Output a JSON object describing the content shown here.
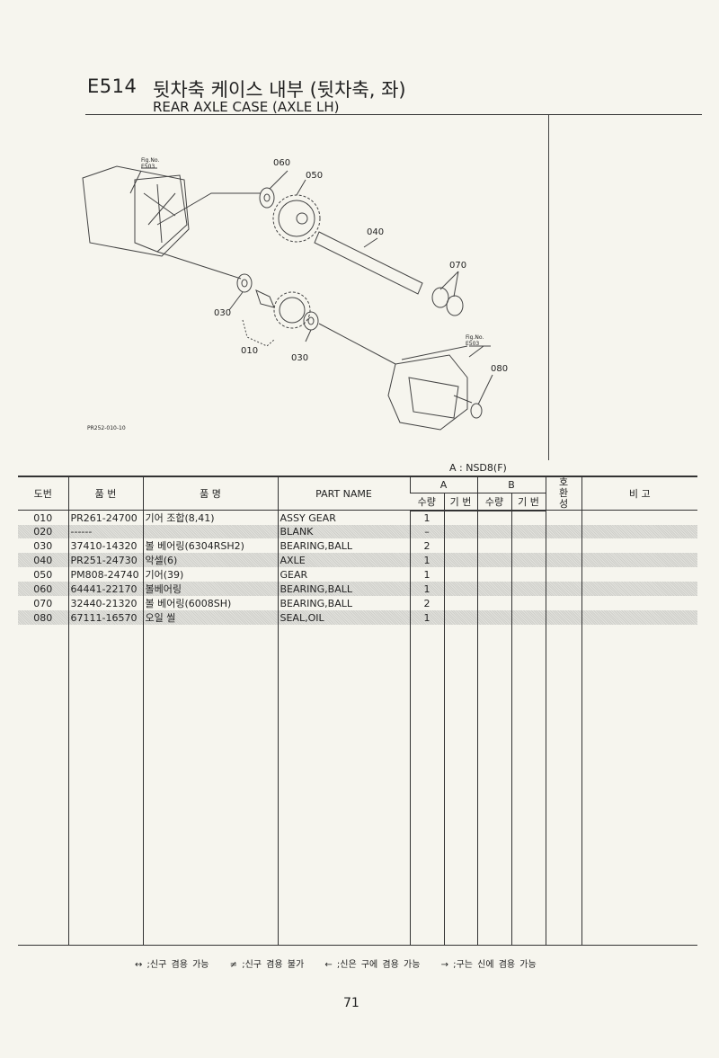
{
  "header": {
    "code": "E514",
    "title_kr": "뒷차축 케이스 내부 (뒷차축, 좌)",
    "title_en": "REAR AXLE CASE (AXLE LH)"
  },
  "diagram": {
    "fig_ref_label": "Fig.No.",
    "fig_ref": "E503",
    "drawing_no": "PR252-010-10",
    "callouts": [
      "060",
      "050",
      "040",
      "070",
      "030",
      "010",
      "030",
      "080"
    ]
  },
  "table": {
    "variant_note": "A : NSD8(F)",
    "headers": {
      "ref": "도번",
      "part_no": "품  번",
      "name_kr": "품    명",
      "part_name": "PART  NAME",
      "group_a": "A",
      "group_b": "B",
      "qty": "수량",
      "serial": "기 번",
      "interchange": "호\n환\n성",
      "remarks": "비   고"
    },
    "rows": [
      {
        "ref": "010",
        "part_no": "PR261-24700",
        "name_kr": "기어 조합(8,41)",
        "part_name": "ASSY GEAR",
        "qty_a": "1"
      },
      {
        "ref": "020",
        "part_no": "------",
        "name_kr": "",
        "part_name": "BLANK",
        "qty_a": "–"
      },
      {
        "ref": "030",
        "part_no": "37410-14320",
        "name_kr": "볼 베어링(6304RSH2)",
        "part_name": "BEARING,BALL",
        "qty_a": "2"
      },
      {
        "ref": "040",
        "part_no": "PR251-24730",
        "name_kr": "악셀(6)",
        "part_name": "AXLE",
        "qty_a": "1"
      },
      {
        "ref": "050",
        "part_no": "PM808-24740",
        "name_kr": "기어(39)",
        "part_name": "GEAR",
        "qty_a": "1"
      },
      {
        "ref": "060",
        "part_no": "64441-22170",
        "name_kr": "볼베어링",
        "part_name": "BEARING,BALL",
        "qty_a": "1"
      },
      {
        "ref": "070",
        "part_no": "32440-21320",
        "name_kr": "볼 베어링(6008SH)",
        "part_name": "BEARING,BALL",
        "qty_a": "2"
      },
      {
        "ref": "080",
        "part_no": "67111-16570",
        "name_kr": "오일 씰",
        "part_name": "SEAL,OIL",
        "qty_a": "1"
      }
    ]
  },
  "legend": [
    "↔ ;신구 겸용 가능",
    "≠ ;신구 겸용 불가",
    "← ;신은 구에 겸용 가능",
    "→ ;구는 신에 겸용 가능"
  ],
  "page_number": "71"
}
